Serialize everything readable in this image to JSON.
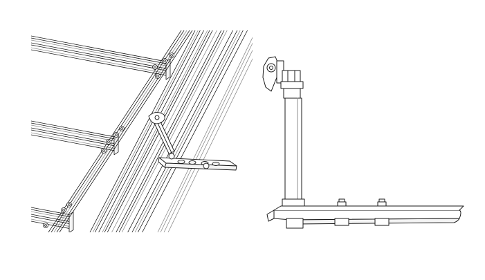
{
  "figure": {
    "panels": [
      {
        "id": "left",
        "subject": "frame-rails-with-mounting-arm"
      },
      {
        "id": "right",
        "subject": "arm-and-bracket-side-view"
      }
    ],
    "colors": {
      "background": "#ffffff",
      "line": "#1a1a1a",
      "light_line": "#8c8c8c",
      "face": "#f4f4f4"
    }
  }
}
